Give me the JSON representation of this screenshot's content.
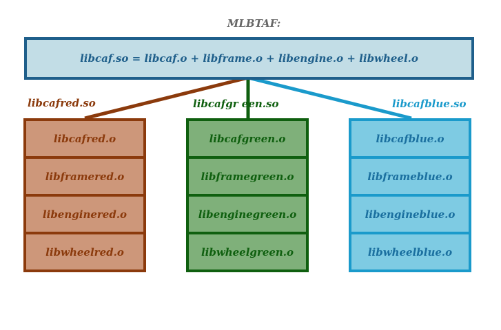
{
  "title": "MLBTAF:",
  "root": {
    "label": "libcaf.so = libcaf.o + libframe.o + libengine.o + libwheel.o"
  },
  "groups": [
    {
      "name": "libcafred.so",
      "color": "#8b3a0c",
      "items": [
        "libcafred.o",
        "libframered.o",
        "libenginered.o",
        "libwheelred.o"
      ]
    },
    {
      "name": "libcafgr een.so",
      "color": "#0f5f0f",
      "items": [
        "libcafgreen.o",
        "libframegreen.o",
        "libenginegreen.o",
        "libwheelgreen.o"
      ]
    },
    {
      "name": "libcafblue.so",
      "color": "#1a9acb",
      "items": [
        "libcafblue.o",
        "libframeblue.o",
        "libengineblue.o",
        "libwheelblue.o"
      ]
    }
  ]
}
